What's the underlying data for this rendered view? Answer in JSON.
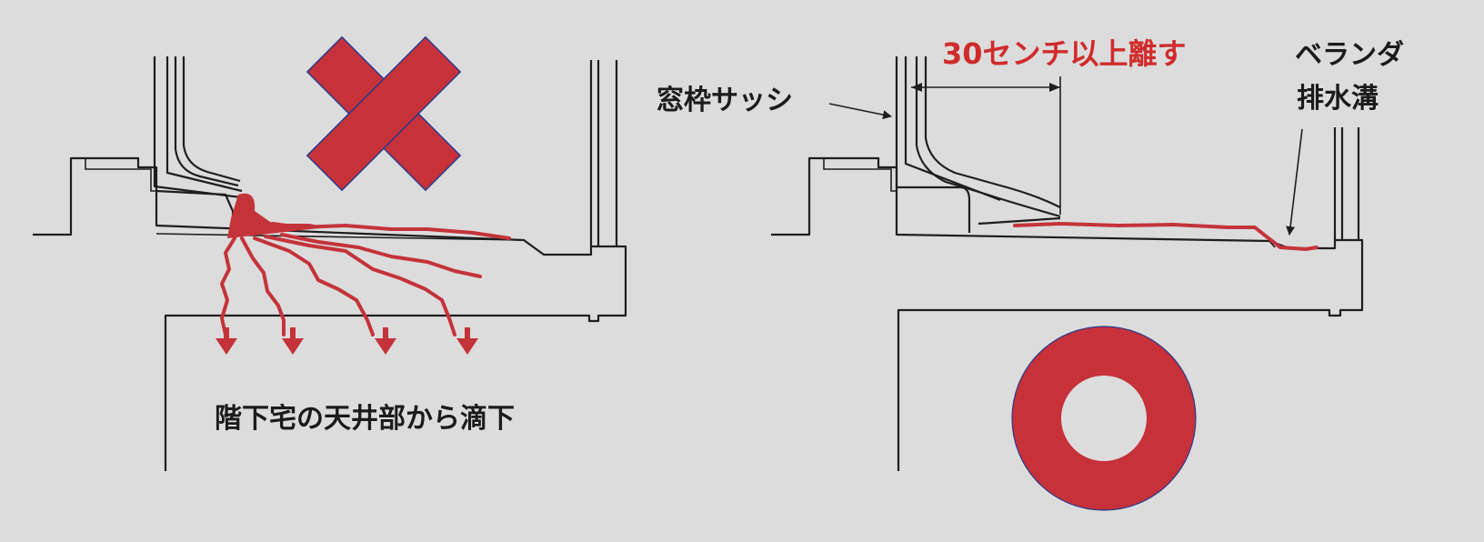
{
  "left_panel": {
    "verdict": "✕",
    "caption": "階下宅の天井部から滴下"
  },
  "right_panel": {
    "verdict": "○",
    "distance_label": "30センチ以上離す",
    "sash_label": "窓枠サッシ",
    "drain_label_line1": "ベランダ",
    "drain_label_line2": "排水溝"
  },
  "colors": {
    "background": "#dcdcdc",
    "water_red": "#c4333a",
    "mark_red": "#c6313a",
    "line": "#1e1e1e"
  }
}
